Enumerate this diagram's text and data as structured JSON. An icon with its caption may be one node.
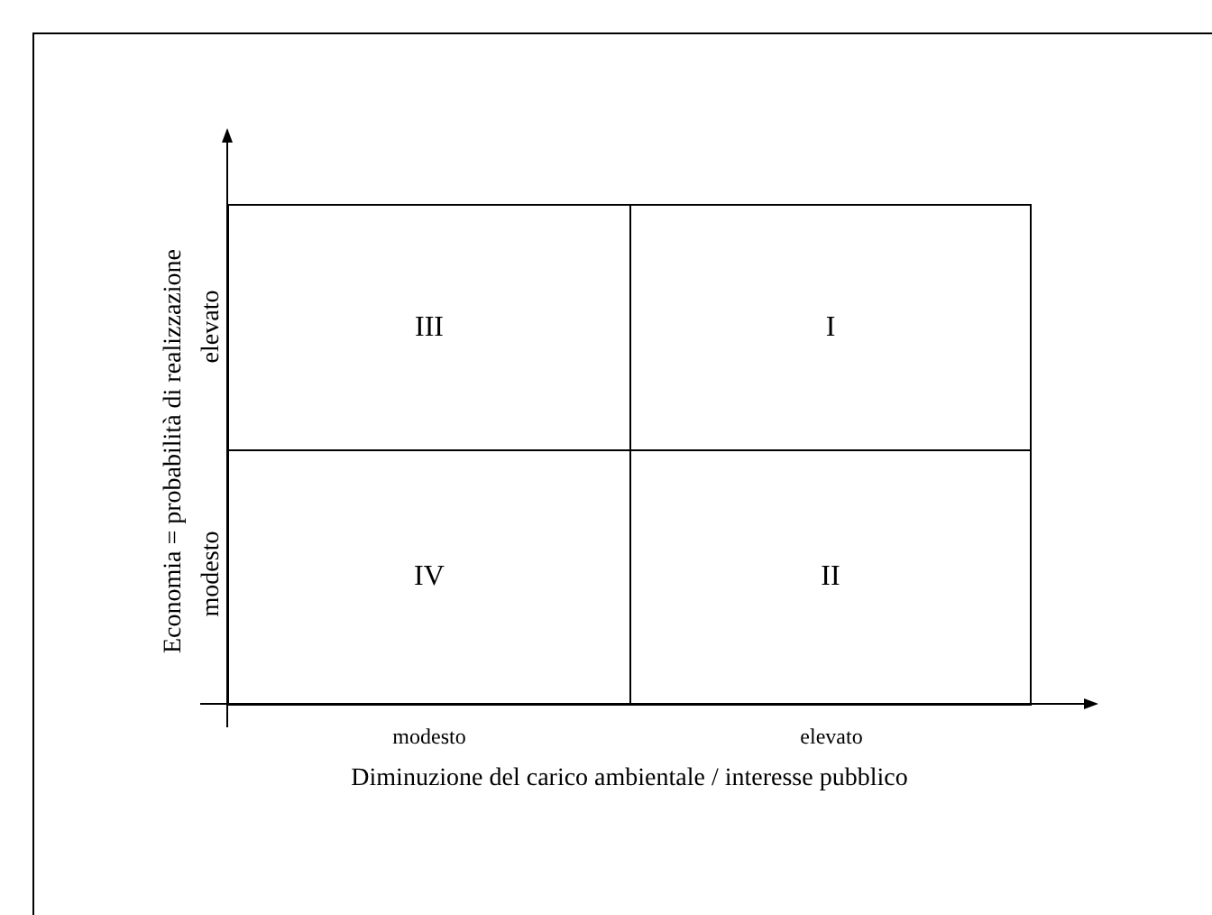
{
  "diagram": {
    "nodes": [
      {
        "text": [
          "III"
        ]
      },
      {
        "text": [
          "I"
        ]
      },
      {
        "text": [
          "IV"
        ]
      },
      {
        "text": [
          "II"
        ]
      }
    ],
    "labels": [
      "Economia = probabilità di realizzazione",
      "elevato",
      "modesto",
      "modesto",
      "elevato",
      "Diminuzione del carico ambientale / interesse pubblico"
    ]
  }
}
